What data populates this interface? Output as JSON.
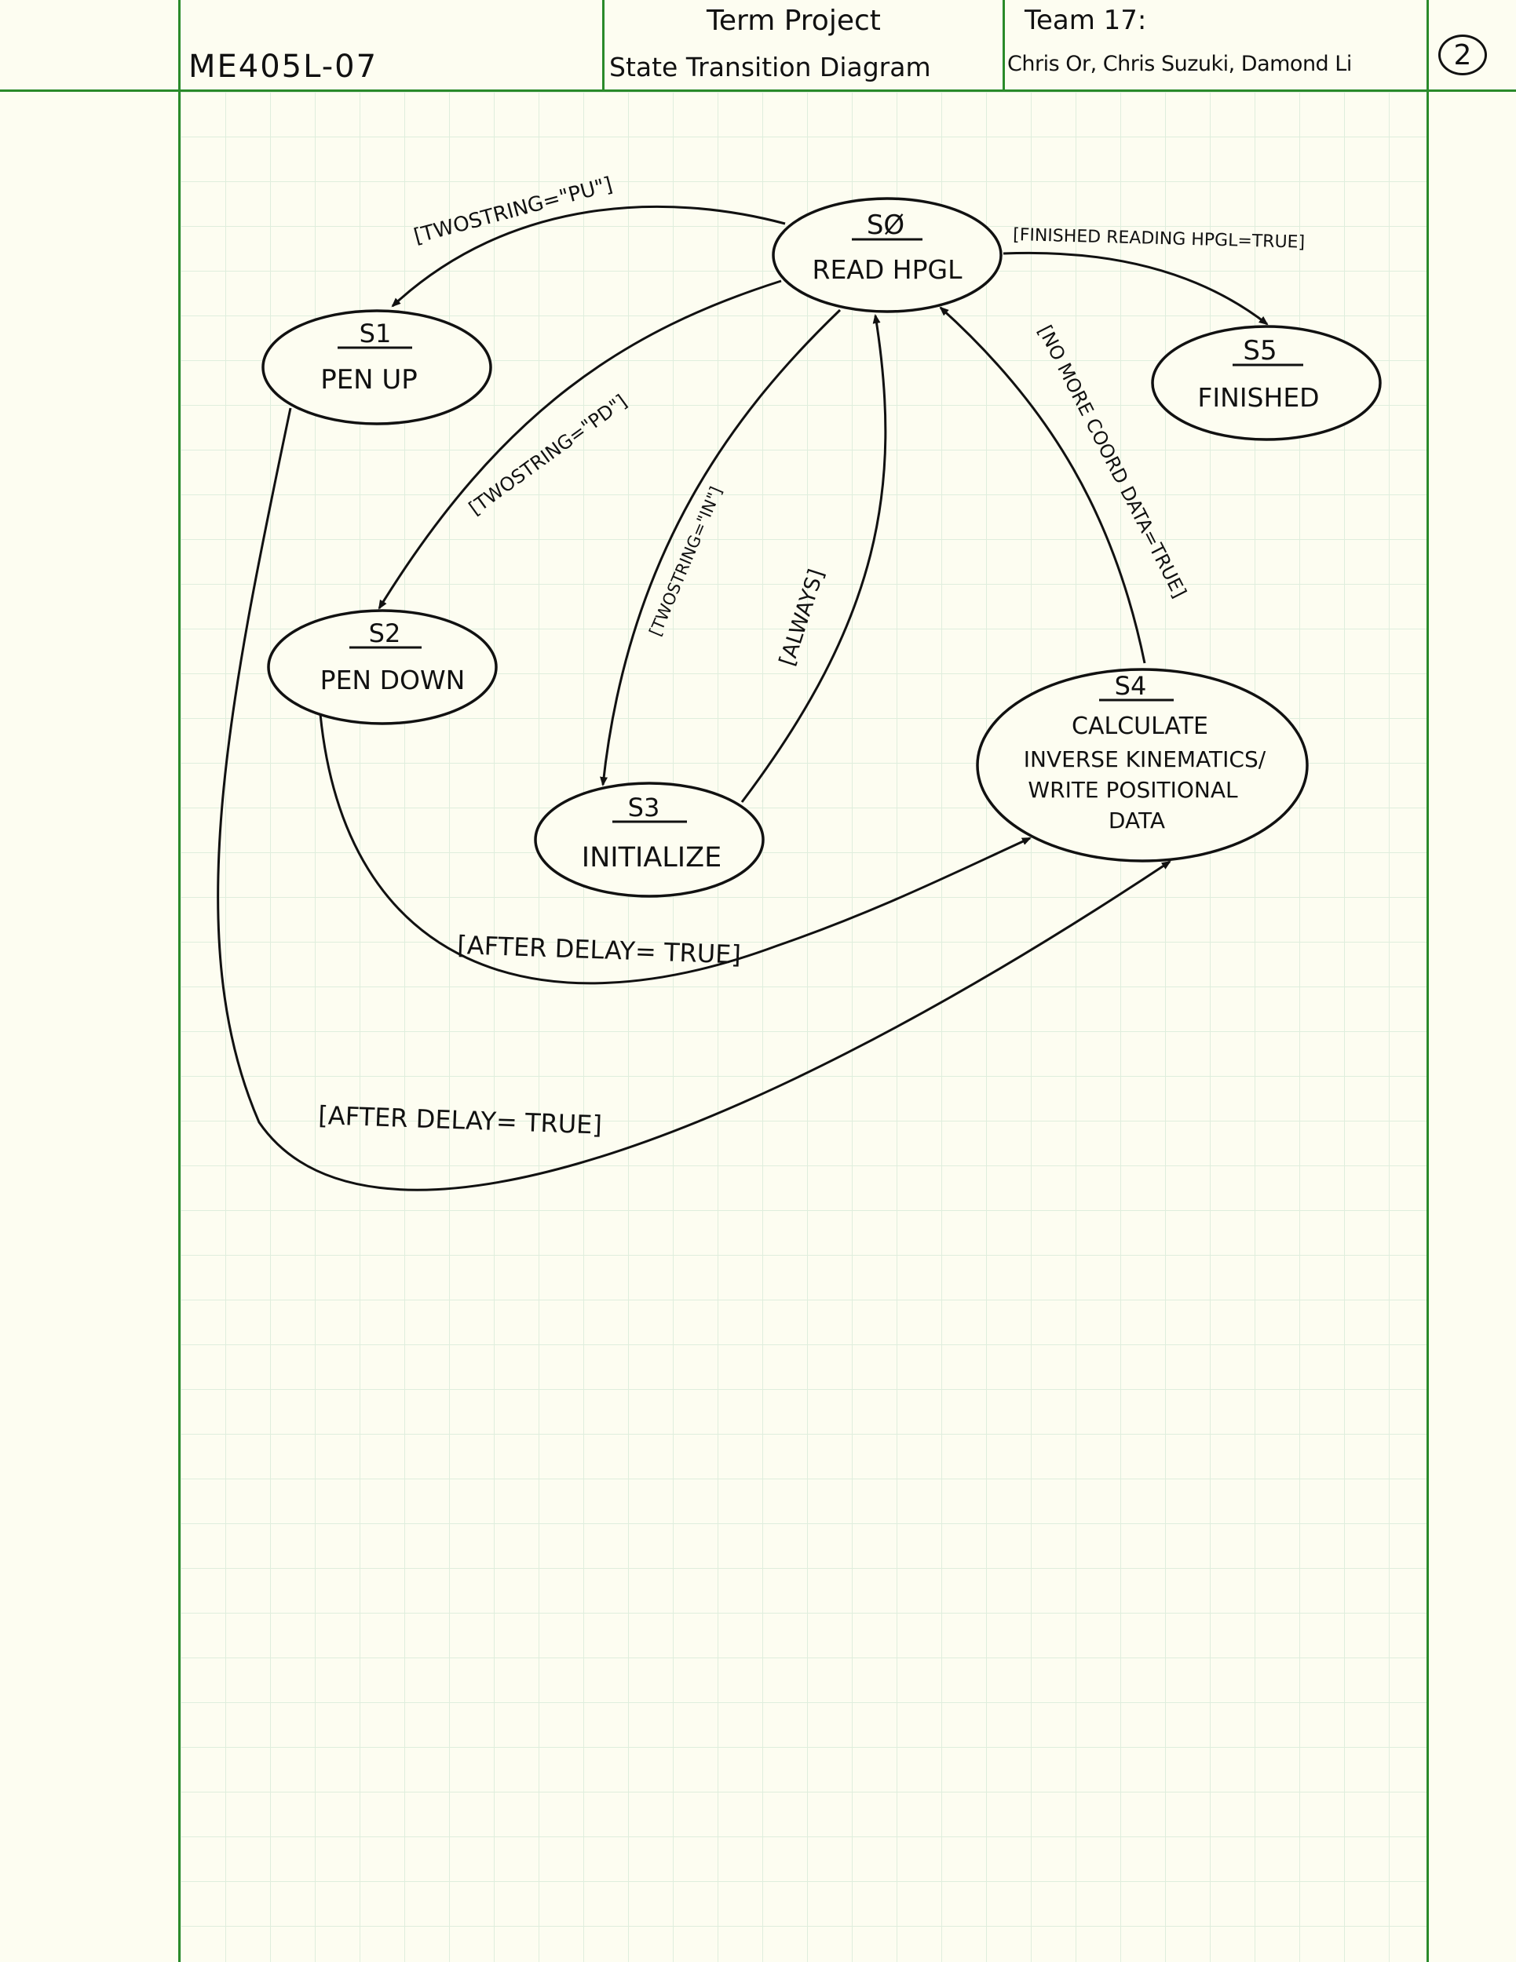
{
  "header": {
    "course": "ME405L-07",
    "title_line1": "Term Project",
    "title_line2": "State Transition Diagram",
    "team": "Team 17:",
    "members": "Chris Or, Chris Suzuki, Damond Li",
    "page_number": "2"
  },
  "states": {
    "s0": {
      "id": "SØ",
      "name": "READ HPGL"
    },
    "s1": {
      "id": "S1",
      "name": "PEN UP"
    },
    "s2": {
      "id": "S2",
      "name": "PEN DOWN"
    },
    "s3": {
      "id": "S3",
      "name": "INITIALIZE"
    },
    "s4": {
      "id": "S4",
      "name_lines": [
        "CALCULATE",
        "INVERSE KINEMATICS/",
        "WRITE POSITIONAL",
        "DATA"
      ]
    },
    "s5": {
      "id": "S5",
      "name": "FINISHED"
    }
  },
  "transitions": {
    "s0_s1": "[TWOSTRING=\"PU\"]",
    "s0_s2": "[TWOSTRING=\"PD\"]",
    "s0_s3": "[TWOSTRING=\"IN\"]",
    "s3_s0": "[ALWAYS]",
    "s4_s0": "[NO MORE COORD DATA=TRUE]",
    "s0_s5": "[FINISHED READING HPGL=TRUE]",
    "s2_s4": "[AFTER DELAY= TRUE]",
    "s1_s4": "[AFTER DELAY= TRUE]"
  }
}
